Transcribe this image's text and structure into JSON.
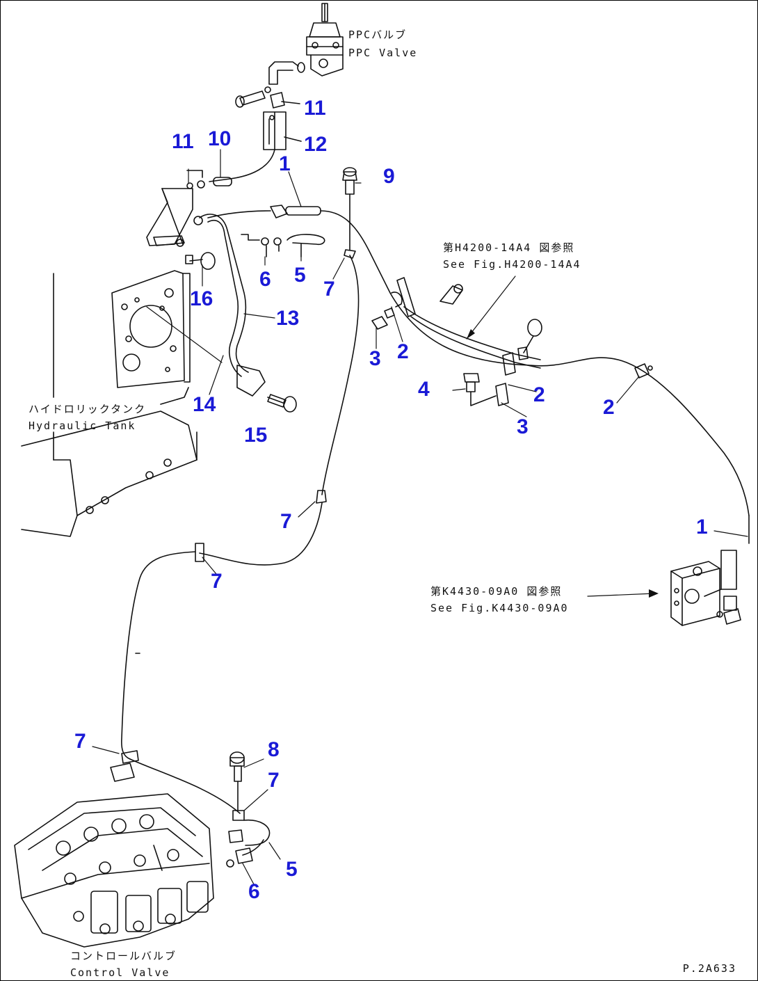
{
  "colors": {
    "callout": "#1a1ad6",
    "line": "#111111",
    "background": "#ffffff"
  },
  "annotations": {
    "ppc_valve_jp": "PPCバルブ",
    "ppc_valve_en": "PPC Valve",
    "ref_h4200_jp": "第H4200-14A4 図参照",
    "ref_h4200_en": "See Fig.H4200-14A4",
    "hydraulic_tank_jp": "ハイドロリックタンク",
    "hydraulic_tank_en": "Hydraulic Tank",
    "ref_k4430_jp": "第K4430-09A0 図参照",
    "ref_k4430_en": "See Fig.K4430-09A0",
    "control_valve_jp": "コントロールバルブ",
    "control_valve_en": "Control Valve",
    "drawing_number": "P.2A633"
  },
  "callouts": [
    "11",
    "12",
    "11",
    "10",
    "1",
    "9",
    "6",
    "5",
    "7",
    "16",
    "13",
    "3",
    "2",
    "14",
    "15",
    "4",
    "2",
    "3",
    "2",
    "7",
    "1",
    "7",
    "7",
    "8",
    "7",
    "5",
    "6"
  ]
}
